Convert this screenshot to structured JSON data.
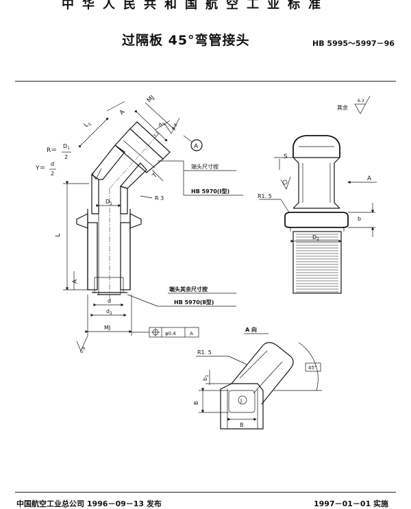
{
  "header": {
    "top_line": "中华人民共和国航空工业标准",
    "title": "过隔板 45°弯管接头",
    "standard_no": "HB 5995～5997－96"
  },
  "drawing_labels": {
    "A": "A",
    "MJ": "MJ",
    "L1": "L",
    "L1_sub": "1",
    "d1": "d",
    "d1_sub": "1",
    "roughness_08": "0.8",
    "roughness_32": "3.2",
    "circle_A": "A",
    "R_eq": "R＝",
    "D1_over": "D",
    "D1_sub": "1",
    "two": "2",
    "Y_eq": "Y＝",
    "d_over": "d",
    "T": "T",
    "end_size_1": "端头尺寸按",
    "end_std_1": "HB 5970(Ⅰ型)",
    "R3": "R 3",
    "D1": "D",
    "L": "L",
    "end_rest": "端头其余尺寸按",
    "end_std_2": "HB 5970(Ⅱ型)",
    "d": "d",
    "d2": "d",
    "d2_sub": "2",
    "position_tol": "φ0.4",
    "datum": "A",
    "roughness_other": "其余",
    "roughness_63": "6.3",
    "S": "S",
    "R15": "R1. 5",
    "b": "b",
    "D2": "D",
    "D2_sub": "2",
    "view_A": "A 向",
    "angle_45": "45°",
    "b1": "b",
    "b1_sub": "1",
    "B": "B",
    "J": "J"
  },
  "footer": {
    "issued": "中国航空工业总公司 1996－09－13 发布",
    "effective": "1997－01－01 实施"
  }
}
